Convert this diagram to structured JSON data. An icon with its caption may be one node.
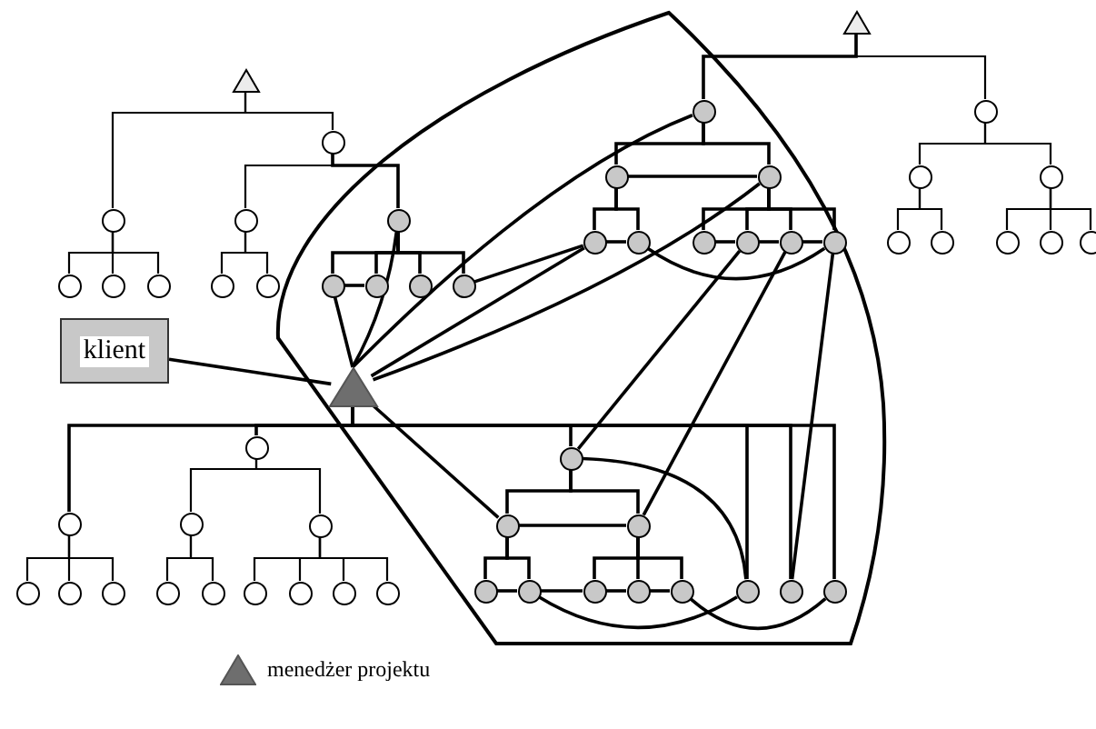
{
  "diagram": {
    "nodes": [
      {
        "text": [
          "klient"
        ]
      },
      {
        "text": [],
        "shape": "triangle"
      },
      {
        "text": [],
        "shape": "triangle"
      },
      {
        "text": [],
        "shape": "circle"
      },
      {
        "text": [],
        "shape": "circle"
      },
      {
        "text": [],
        "shape": "circle"
      },
      {
        "text": [],
        "shape": "circle"
      },
      {
        "text": [],
        "shape": "circle"
      },
      {
        "text": [],
        "shape": "circle"
      },
      {
        "text": [],
        "shape": "circle"
      },
      {
        "text": [],
        "shape": "circle"
      },
      {
        "text": [],
        "shape": "circle"
      },
      {
        "text": [],
        "shape": "circle"
      },
      {
        "text": [],
        "shape": "circle"
      },
      {
        "text": [],
        "shape": "circle"
      },
      {
        "text": [],
        "shape": "circle"
      },
      {
        "text": [],
        "shape": "triangle"
      },
      {
        "text": [],
        "shape": "circle"
      },
      {
        "text": [],
        "shape": "circle"
      },
      {
        "text": [],
        "shape": "circle"
      },
      {
        "text": [],
        "shape": "circle"
      },
      {
        "text": [],
        "shape": "circle"
      },
      {
        "text": [],
        "shape": "circle"
      },
      {
        "text": [],
        "shape": "circle"
      },
      {
        "text": [],
        "shape": "circle"
      },
      {
        "text": [],
        "shape": "circle"
      },
      {
        "text": [],
        "shape": "circle"
      },
      {
        "text": [],
        "shape": "circle"
      },
      {
        "text": [],
        "shape": "circle"
      },
      {
        "text": [],
        "shape": "circle"
      },
      {
        "text": [],
        "shape": "circle"
      },
      {
        "text": [],
        "shape": "circle"
      },
      {
        "text": [],
        "shape": "circle"
      },
      {
        "text": [],
        "shape": "circle"
      },
      {
        "text": [],
        "shape": "circle"
      },
      {
        "text": [],
        "shape": "circle"
      },
      {
        "text": [],
        "shape": "circle"
      },
      {
        "text": [],
        "shape": "circle"
      },
      {
        "text": [],
        "shape": "circle"
      },
      {
        "text": [],
        "shape": "circle"
      },
      {
        "text": [],
        "shape": "circle"
      },
      {
        "text": [],
        "shape": "circle"
      },
      {
        "text": [],
        "shape": "circle"
      },
      {
        "text": [],
        "shape": "circle"
      },
      {
        "text": [],
        "shape": "circle"
      },
      {
        "text": [],
        "shape": "circle"
      },
      {
        "text": [],
        "shape": "circle"
      },
      {
        "text": [],
        "shape": "circle"
      },
      {
        "text": [],
        "shape": "circle"
      },
      {
        "text": [],
        "shape": "circle"
      },
      {
        "text": [],
        "shape": "circle"
      },
      {
        "text": [],
        "shape": "circle"
      },
      {
        "text": [],
        "shape": "circle"
      },
      {
        "text": [],
        "shape": "circle"
      },
      {
        "text": [],
        "shape": "circle"
      },
      {
        "text": [],
        "shape": "circle"
      },
      {
        "text": [],
        "shape": "circle"
      },
      {
        "text": [],
        "shape": "circle"
      }
    ],
    "edges": [
      {
        "from": 2,
        "to": 3,
        "arrow": "none"
      },
      {
        "from": 2,
        "to": 4,
        "arrow": "none"
      },
      {
        "from": 3,
        "to": 5,
        "arrow": "none"
      },
      {
        "from": 3,
        "to": 6,
        "arrow": "none"
      },
      {
        "from": 3,
        "to": 7,
        "arrow": "none"
      },
      {
        "from": 4,
        "to": 8,
        "arrow": "none"
      },
      {
        "from": 4,
        "to": 11,
        "arrow": "none"
      },
      {
        "from": 8,
        "to": 9,
        "arrow": "none"
      },
      {
        "from": 8,
        "to": 10,
        "arrow": "none"
      },
      {
        "from": 11,
        "to": 12,
        "arrow": "none"
      },
      {
        "from": 11,
        "to": 13,
        "arrow": "none"
      },
      {
        "from": 11,
        "to": 14,
        "arrow": "none"
      },
      {
        "from": 11,
        "to": 15,
        "arrow": "none"
      },
      {
        "from": 12,
        "to": 13,
        "arrow": "none"
      },
      {
        "from": 16,
        "to": 17,
        "arrow": "none"
      },
      {
        "from": 16,
        "to": 26,
        "arrow": "none"
      },
      {
        "from": 17,
        "to": 18,
        "arrow": "none"
      },
      {
        "from": 17,
        "to": 19,
        "arrow": "none"
      },
      {
        "from": 18,
        "to": 19,
        "arrow": "none"
      },
      {
        "from": 18,
        "to": 20,
        "arrow": "none"
      },
      {
        "from": 18,
        "to": 21,
        "arrow": "none"
      },
      {
        "from": 20,
        "to": 21,
        "arrow": "none"
      },
      {
        "from": 19,
        "to": 22,
        "arrow": "none"
      },
      {
        "from": 19,
        "to": 23,
        "arrow": "none"
      },
      {
        "from": 19,
        "to": 24,
        "arrow": "none"
      },
      {
        "from": 19,
        "to": 25,
        "arrow": "none"
      },
      {
        "from": 22,
        "to": 23,
        "arrow": "none"
      },
      {
        "from": 23,
        "to": 24,
        "arrow": "none"
      },
      {
        "from": 24,
        "to": 25,
        "arrow": "none"
      },
      {
        "from": 21,
        "to": 25,
        "arrow": "none"
      },
      {
        "from": 26,
        "to": 27,
        "arrow": "none"
      },
      {
        "from": 26,
        "to": 28,
        "arrow": "none"
      },
      {
        "from": 27,
        "to": 29,
        "arrow": "none"
      },
      {
        "from": 27,
        "to": 30,
        "arrow": "none"
      },
      {
        "from": 28,
        "to": 31,
        "arrow": "none"
      },
      {
        "from": 28,
        "to": 32,
        "arrow": "none"
      },
      {
        "from": 28,
        "to": 33,
        "arrow": "none"
      },
      {
        "from": 1,
        "to": 34,
        "arrow": "none"
      },
      {
        "from": 1,
        "to": 38,
        "arrow": "none"
      },
      {
        "from": 1,
        "to": 47,
        "arrow": "none"
      },
      {
        "from": 1,
        "to": 55,
        "arrow": "none"
      },
      {
        "from": 1,
        "to": 56,
        "arrow": "none"
      },
      {
        "from": 1,
        "to": 57,
        "arrow": "none"
      },
      {
        "from": 34,
        "to": 35,
        "arrow": "none"
      },
      {
        "from": 34,
        "to": 36,
        "arrow": "none"
      },
      {
        "from": 34,
        "to": 37,
        "arrow": "none"
      },
      {
        "from": 38,
        "to": 39,
        "arrow": "none"
      },
      {
        "from": 38,
        "to": 42,
        "arrow": "none"
      },
      {
        "from": 39,
        "to": 40,
        "arrow": "none"
      },
      {
        "from": 39,
        "to": 41,
        "arrow": "none"
      },
      {
        "from": 42,
        "to": 43,
        "arrow": "none"
      },
      {
        "from": 42,
        "to": 44,
        "arrow": "none"
      },
      {
        "from": 42,
        "to": 45,
        "arrow": "none"
      },
      {
        "from": 42,
        "to": 46,
        "arrow": "none"
      },
      {
        "from": 47,
        "to": 48,
        "arrow": "none"
      },
      {
        "from": 47,
        "to": 49,
        "arrow": "none"
      },
      {
        "from": 48,
        "to": 49,
        "arrow": "none"
      },
      {
        "from": 48,
        "to": 50,
        "arrow": "none"
      },
      {
        "from": 48,
        "to": 51,
        "arrow": "none"
      },
      {
        "from": 50,
        "to": 51,
        "arrow": "none"
      },
      {
        "from": 49,
        "to": 52,
        "arrow": "none"
      },
      {
        "from": 49,
        "to": 53,
        "arrow": "none"
      },
      {
        "from": 49,
        "to": 54,
        "arrow": "none"
      },
      {
        "from": 51,
        "to": 52,
        "arrow": "none"
      },
      {
        "from": 52,
        "to": 53,
        "arrow": "none"
      },
      {
        "from": 53,
        "to": 54,
        "arrow": "none"
      },
      {
        "from": 0,
        "to": 1,
        "arrow": "none"
      },
      {
        "from": 1,
        "to": 12,
        "arrow": "none"
      },
      {
        "from": 1,
        "to": 11,
        "arrow": "none"
      },
      {
        "from": 1,
        "to": 17,
        "arrow": "none"
      },
      {
        "from": 1,
        "to": 20,
        "arrow": "none"
      },
      {
        "from": 1,
        "to": 19,
        "arrow": "none"
      },
      {
        "from": 15,
        "to": 20,
        "arrow": "none"
      },
      {
        "from": 23,
        "to": 47,
        "arrow": "none"
      },
      {
        "from": 24,
        "to": 49,
        "arrow": "none"
      },
      {
        "from": 25,
        "to": 56,
        "arrow": "none"
      },
      {
        "from": 1,
        "to": 48,
        "arrow": "none"
      },
      {
        "from": 47,
        "to": 55,
        "arrow": "none"
      },
      {
        "from": 51,
        "to": 55,
        "arrow": "none"
      },
      {
        "from": 54,
        "to": 57,
        "arrow": "none"
      }
    ],
    "legend": [
      {
        "text": "menedżer projektu"
      }
    ]
  }
}
